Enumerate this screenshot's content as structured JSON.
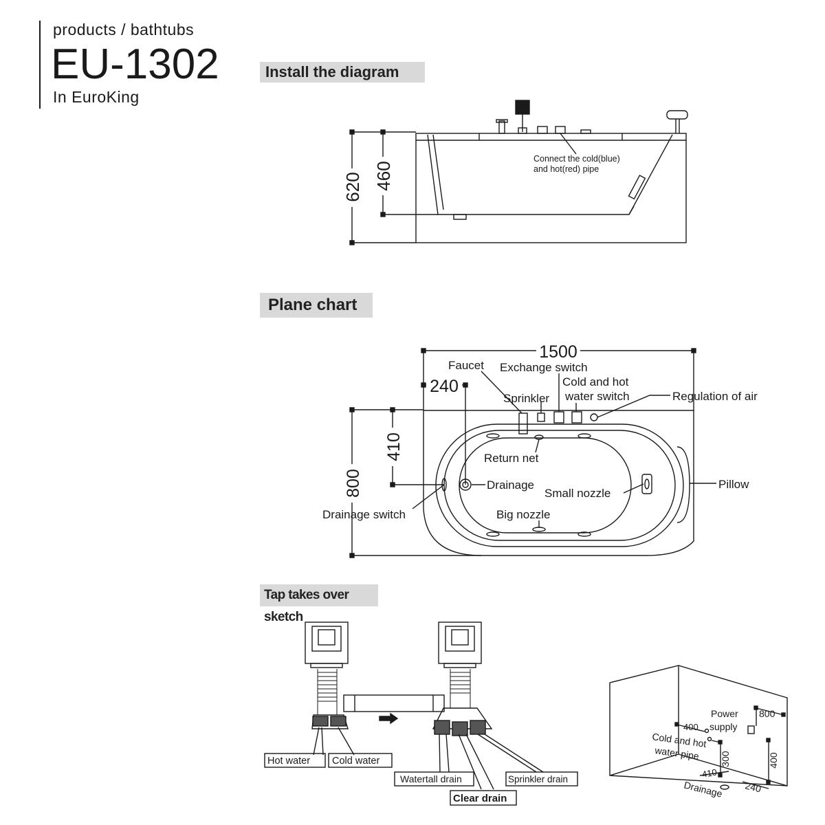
{
  "header": {
    "breadcrumb": "products / bathtubs",
    "model": "EU-1302",
    "brand": "In EuroKing"
  },
  "sections": {
    "install": "Install the diagram",
    "plane": "Plane chart",
    "tap": "Tap takes over sketch"
  },
  "install_diagram": {
    "dim_620": "620",
    "dim_460": "460",
    "note_line1": "Connect the cold(blue)",
    "note_line2": "and hot(red) pipe"
  },
  "plane_chart": {
    "dim_1500": "1500",
    "dim_240": "240",
    "dim_410": "410",
    "dim_800": "800",
    "faucet": "Faucet",
    "exchange_switch": "Exchange switch",
    "cold_hot_line1": "Cold and hot",
    "cold_hot_line2": "water switch",
    "sprinkler": "Sprinkler",
    "regulation_of_air": "Regulation of air",
    "return_net": "Return net",
    "drainage": "Drainage",
    "small_nozzle": "Small nozzle",
    "pillow": "Pillow",
    "drainage_switch": "Drainage switch",
    "big_nozzle": "Big nozzle"
  },
  "tap_sketch": {
    "hot_water": "Hot water",
    "cold_water": "Cold water",
    "waterfall_drain": "Watertall drain",
    "clear_drain": "Clear drain",
    "sprinkler_drain": "Sprinkler drain"
  },
  "room_sketch": {
    "power_line1": "Power",
    "power_line2": "supply",
    "dim_800": "800",
    "dim_400_h": "400",
    "dim_300": "300",
    "dim_400_v": "400",
    "cold_hot_line1": "Cold  and  hot",
    "cold_hot_line2": "water  pipe",
    "dim_410": "410",
    "dim_240": "240",
    "drainage": "Drainage"
  }
}
